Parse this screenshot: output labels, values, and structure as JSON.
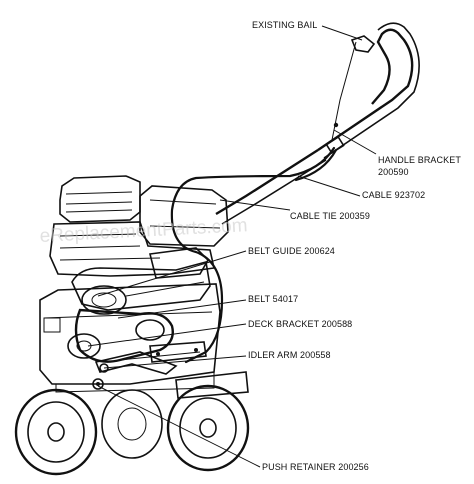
{
  "diagram": {
    "watermark": "eReplacementParts.com",
    "callouts": {
      "existing_bail": "EXISTING BAIL",
      "handle_bracket": "HANDLE BRACKET",
      "handle_bracket_pn": "200590",
      "cable": "CABLE 923702",
      "cable_tie": "CABLE TIE 200359",
      "belt_guide": "BELT GUIDE 200624",
      "belt": "BELT 54017",
      "deck_bracket": "DECK BRACKET 200588",
      "idler_arm": "IDLER ARM 200558",
      "push_retainer": "PUSH RETAINER 200256"
    }
  }
}
